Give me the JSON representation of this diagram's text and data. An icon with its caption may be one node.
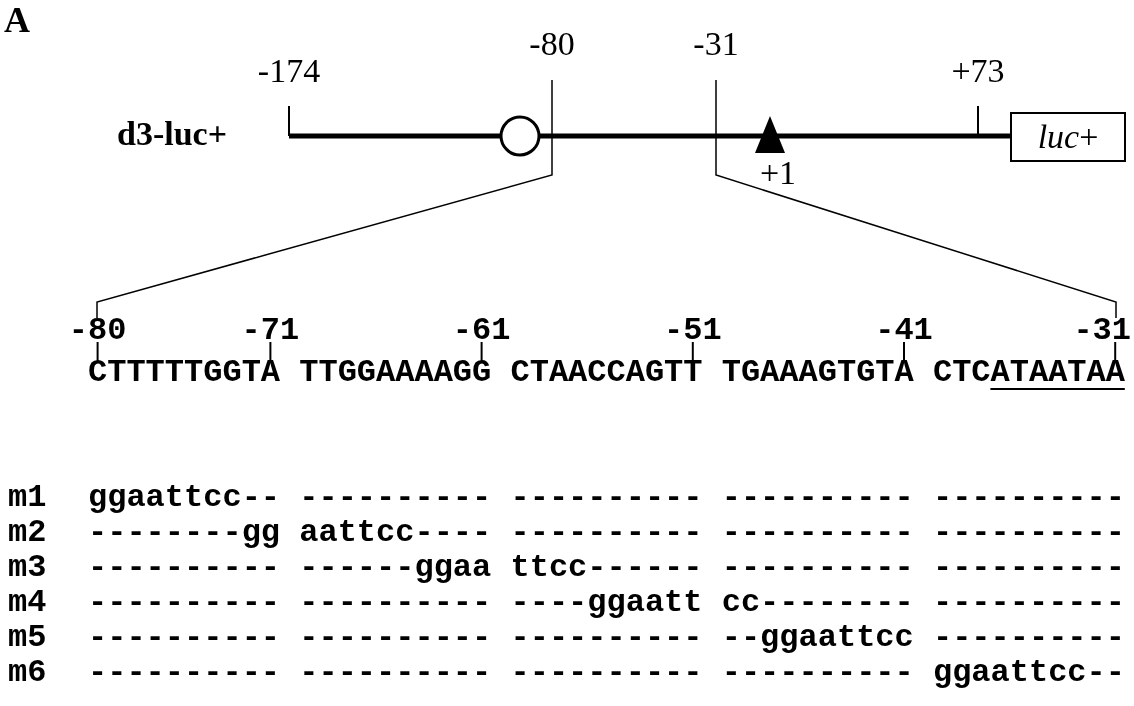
{
  "diagram": {
    "nodes": [
      {
        "text": [
          "*luc*+"
        ]
      }
    ],
    "labels": [
      "A",
      "-80",
      "-31",
      "-174",
      "+73",
      "d3-luc+",
      "+1",
      "-80",
      "-71",
      "-61",
      "-51",
      "-41",
      "-31",
      "CTTTTTGGTA TTGGAAAAGG CTAACCAGTT TGAAAGTGTA CTCATAATAA",
      "m1",
      "ggaattcc-- ---------- ---------- ---------- ----------",
      "m2",
      "--------gg aattcc---- ---------- ---------- ----------",
      "m3",
      "---------- ------ggaa ttcc------ ---------- ----------",
      "m4",
      "---------- ---------- ----ggaatt cc-------- ----------",
      "m5",
      "---------- ---------- ---------- --ggaattcc ----------",
      "m6",
      "---------- ---------- ---------- ---------- ggaattcc--"
    ]
  }
}
